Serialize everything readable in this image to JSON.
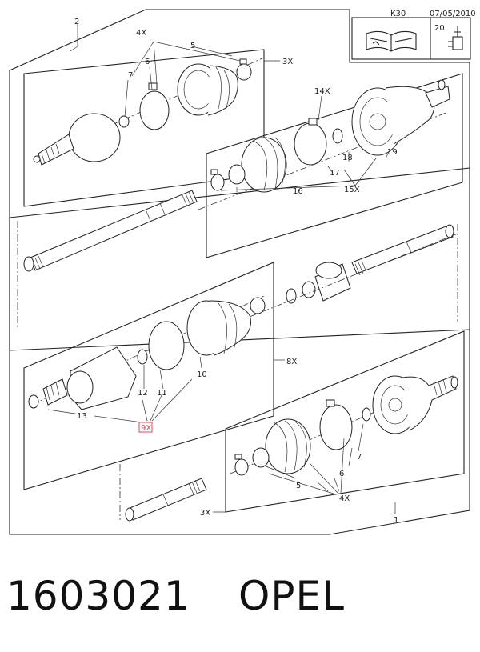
{
  "header": {
    "code": "K30",
    "date": "07/05/2010",
    "page_ref": "20"
  },
  "icons": {
    "manual": "open-book-wrench-icon",
    "lubricant": "grease-gun-icon"
  },
  "callouts": {
    "c1": "1",
    "c2": "2",
    "c3x_top": "3X",
    "c4x_top": "4X",
    "c5_top": "5",
    "c6_top": "6",
    "c7_top": "7",
    "c14x": "14X",
    "c19": "19",
    "c18": "18",
    "c17": "17",
    "c16": "16",
    "c15x": "15X",
    "c8x": "8X",
    "c10": "10",
    "c11": "11",
    "c12": "12",
    "c13": "13",
    "c9x": "9X",
    "c7_bot": "7",
    "c6_bot": "6",
    "c5_bot": "5",
    "c4x_bot": "4X",
    "c3x_bot": "3X"
  },
  "footer": {
    "part_number": "1603021",
    "brand": "OPEL"
  },
  "colors": {
    "ink": "#222222",
    "highlight": "#d4485c"
  }
}
